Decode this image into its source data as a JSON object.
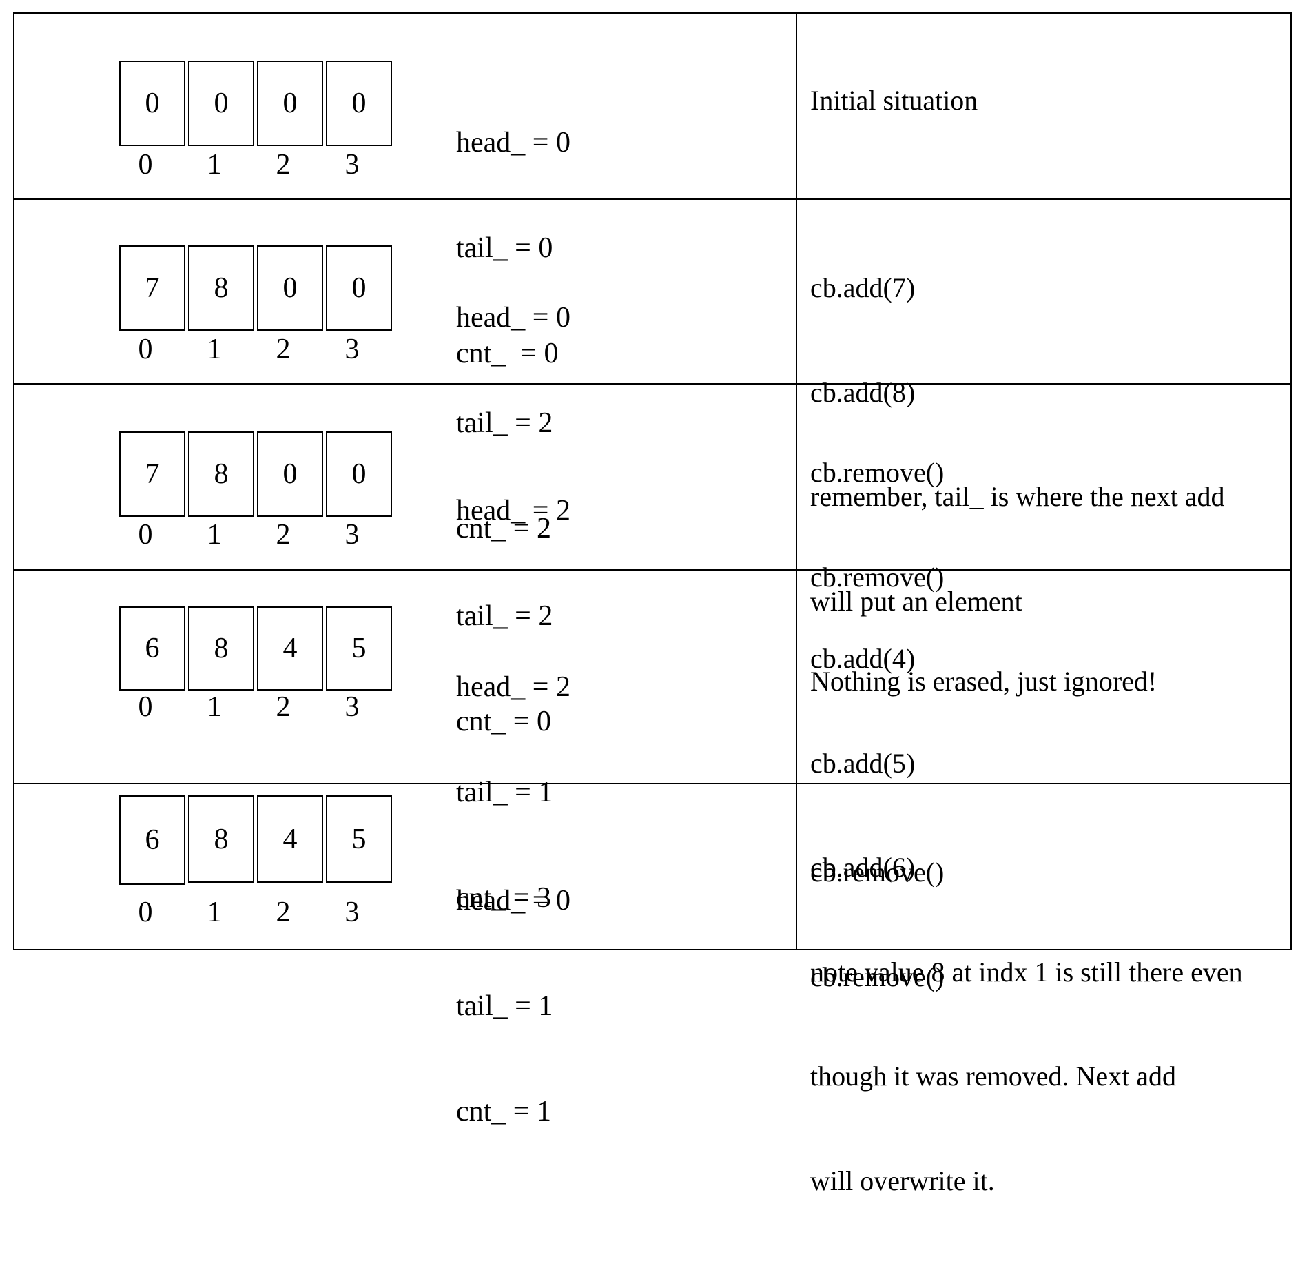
{
  "rows": [
    {
      "cells": [
        "0",
        "0",
        "0",
        "0"
      ],
      "indices": [
        "0",
        "1",
        "2",
        "3"
      ],
      "vars": [
        "head_ = 0",
        "tail_ = 0",
        "cnt_  = 0"
      ],
      "desc": [
        "Initial situation"
      ]
    },
    {
      "cells": [
        "7",
        "8",
        "0",
        "0"
      ],
      "indices": [
        "0",
        "1",
        "2",
        "3"
      ],
      "vars": [
        "head_ = 0",
        "tail_ = 2",
        "cnt_ = 2"
      ],
      "desc": [
        "cb.add(7)",
        "cb.add(8)",
        "remember, tail_ is where the next add",
        "will put an element"
      ]
    },
    {
      "cells": [
        "7",
        "8",
        "0",
        "0"
      ],
      "indices": [
        "0",
        "1",
        "2",
        "3"
      ],
      "vars": [
        "head_ = 2",
        "tail_ = 2",
        "cnt_ = 0"
      ],
      "desc": [
        "cb.remove()",
        "cb.remove()",
        "Nothing is erased, just ignored!"
      ]
    },
    {
      "cells": [
        "6",
        "8",
        "4",
        "5"
      ],
      "indices": [
        "0",
        "1",
        "2",
        "3"
      ],
      "vars": [
        "head_ = 2",
        "tail_ = 1",
        "cnt_ = 3"
      ],
      "desc": [
        "cb.add(4)",
        "cb.add(5)",
        "cb.add(6)",
        "note value 8 at indx 1 is still there even",
        "though it was removed. Next add",
        "will overwrite it."
      ]
    },
    {
      "cells": [
        "6",
        "8",
        "4",
        "5"
      ],
      "indices": [
        "0",
        "1",
        "2",
        "3"
      ],
      "vars": [
        "head_ = 0",
        "tail_ = 1",
        "cnt_ = 1"
      ],
      "desc": [
        "cb.remove()",
        "cb.remove()"
      ]
    }
  ]
}
